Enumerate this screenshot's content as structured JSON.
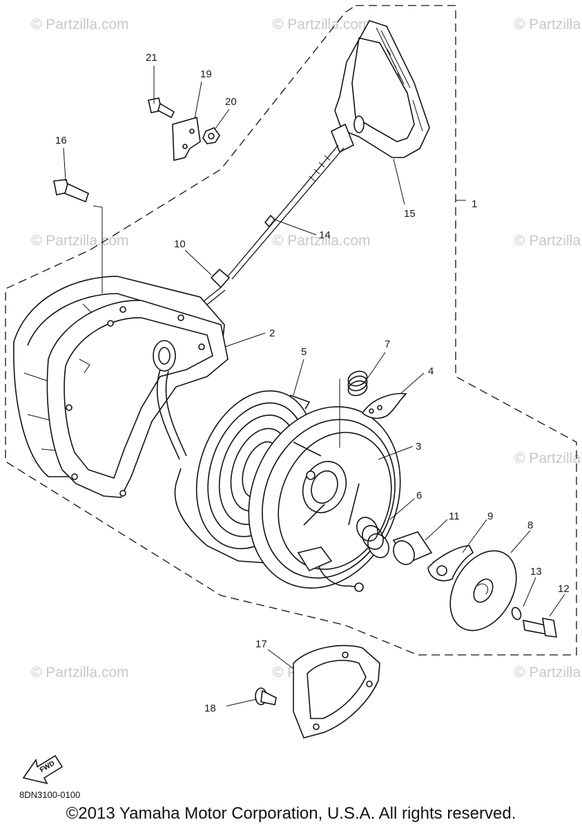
{
  "watermark_text": "© Partzilla.com",
  "diagram_code": "8DN3100-0100",
  "copyright": "©2013 Yamaha Motor Corporation, U.S.A. All rights reserved.",
  "fwd_label": "FWD",
  "callouts": {
    "c1": "1",
    "c2": "2",
    "c3": "3",
    "c4": "4",
    "c5": "5",
    "c6": "6",
    "c7": "7",
    "c8": "8",
    "c9": "9",
    "c10": "10",
    "c11": "11",
    "c12": "12",
    "c13": "13",
    "c14": "14",
    "c15": "15",
    "c16": "16",
    "c17": "17",
    "c18": "18",
    "c19": "19",
    "c20": "20",
    "c21": "21"
  }
}
